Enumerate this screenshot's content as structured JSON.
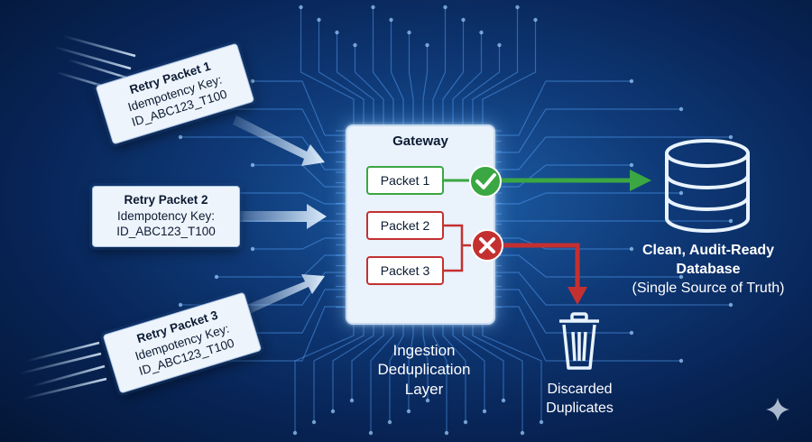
{
  "retry_packets": [
    {
      "title": "Retry Packet 1",
      "key_label": "Idempotency Key:",
      "key_value": "ID_ABC123_T100"
    },
    {
      "title": "Retry Packet 2",
      "key_label": "Idempotency Key:",
      "key_value": "ID_ABC123_T100"
    },
    {
      "title": "Retry Packet 3",
      "key_label": "Idempotency Key:",
      "key_value": "ID_ABC123_T100"
    }
  ],
  "gateway": {
    "title": "Gateway",
    "packets": [
      "Packet 1",
      "Packet 2",
      "Packet 3"
    ]
  },
  "layer_label": [
    "Ingestion",
    "Deduplication",
    "Layer"
  ],
  "database": {
    "title": [
      "Clean, Audit-Ready",
      "Database"
    ],
    "subtitle": "(Single Source of Truth)"
  },
  "discarded": [
    "Discarded",
    "Duplicates"
  ],
  "colors": {
    "accept": "#3aa742",
    "reject": "#c43030",
    "background": "#0f3a78",
    "circuit": "#6fb6ff"
  },
  "icons": [
    "check-icon",
    "cross-icon",
    "database-icon",
    "trash-icon",
    "sparkle-icon"
  ]
}
